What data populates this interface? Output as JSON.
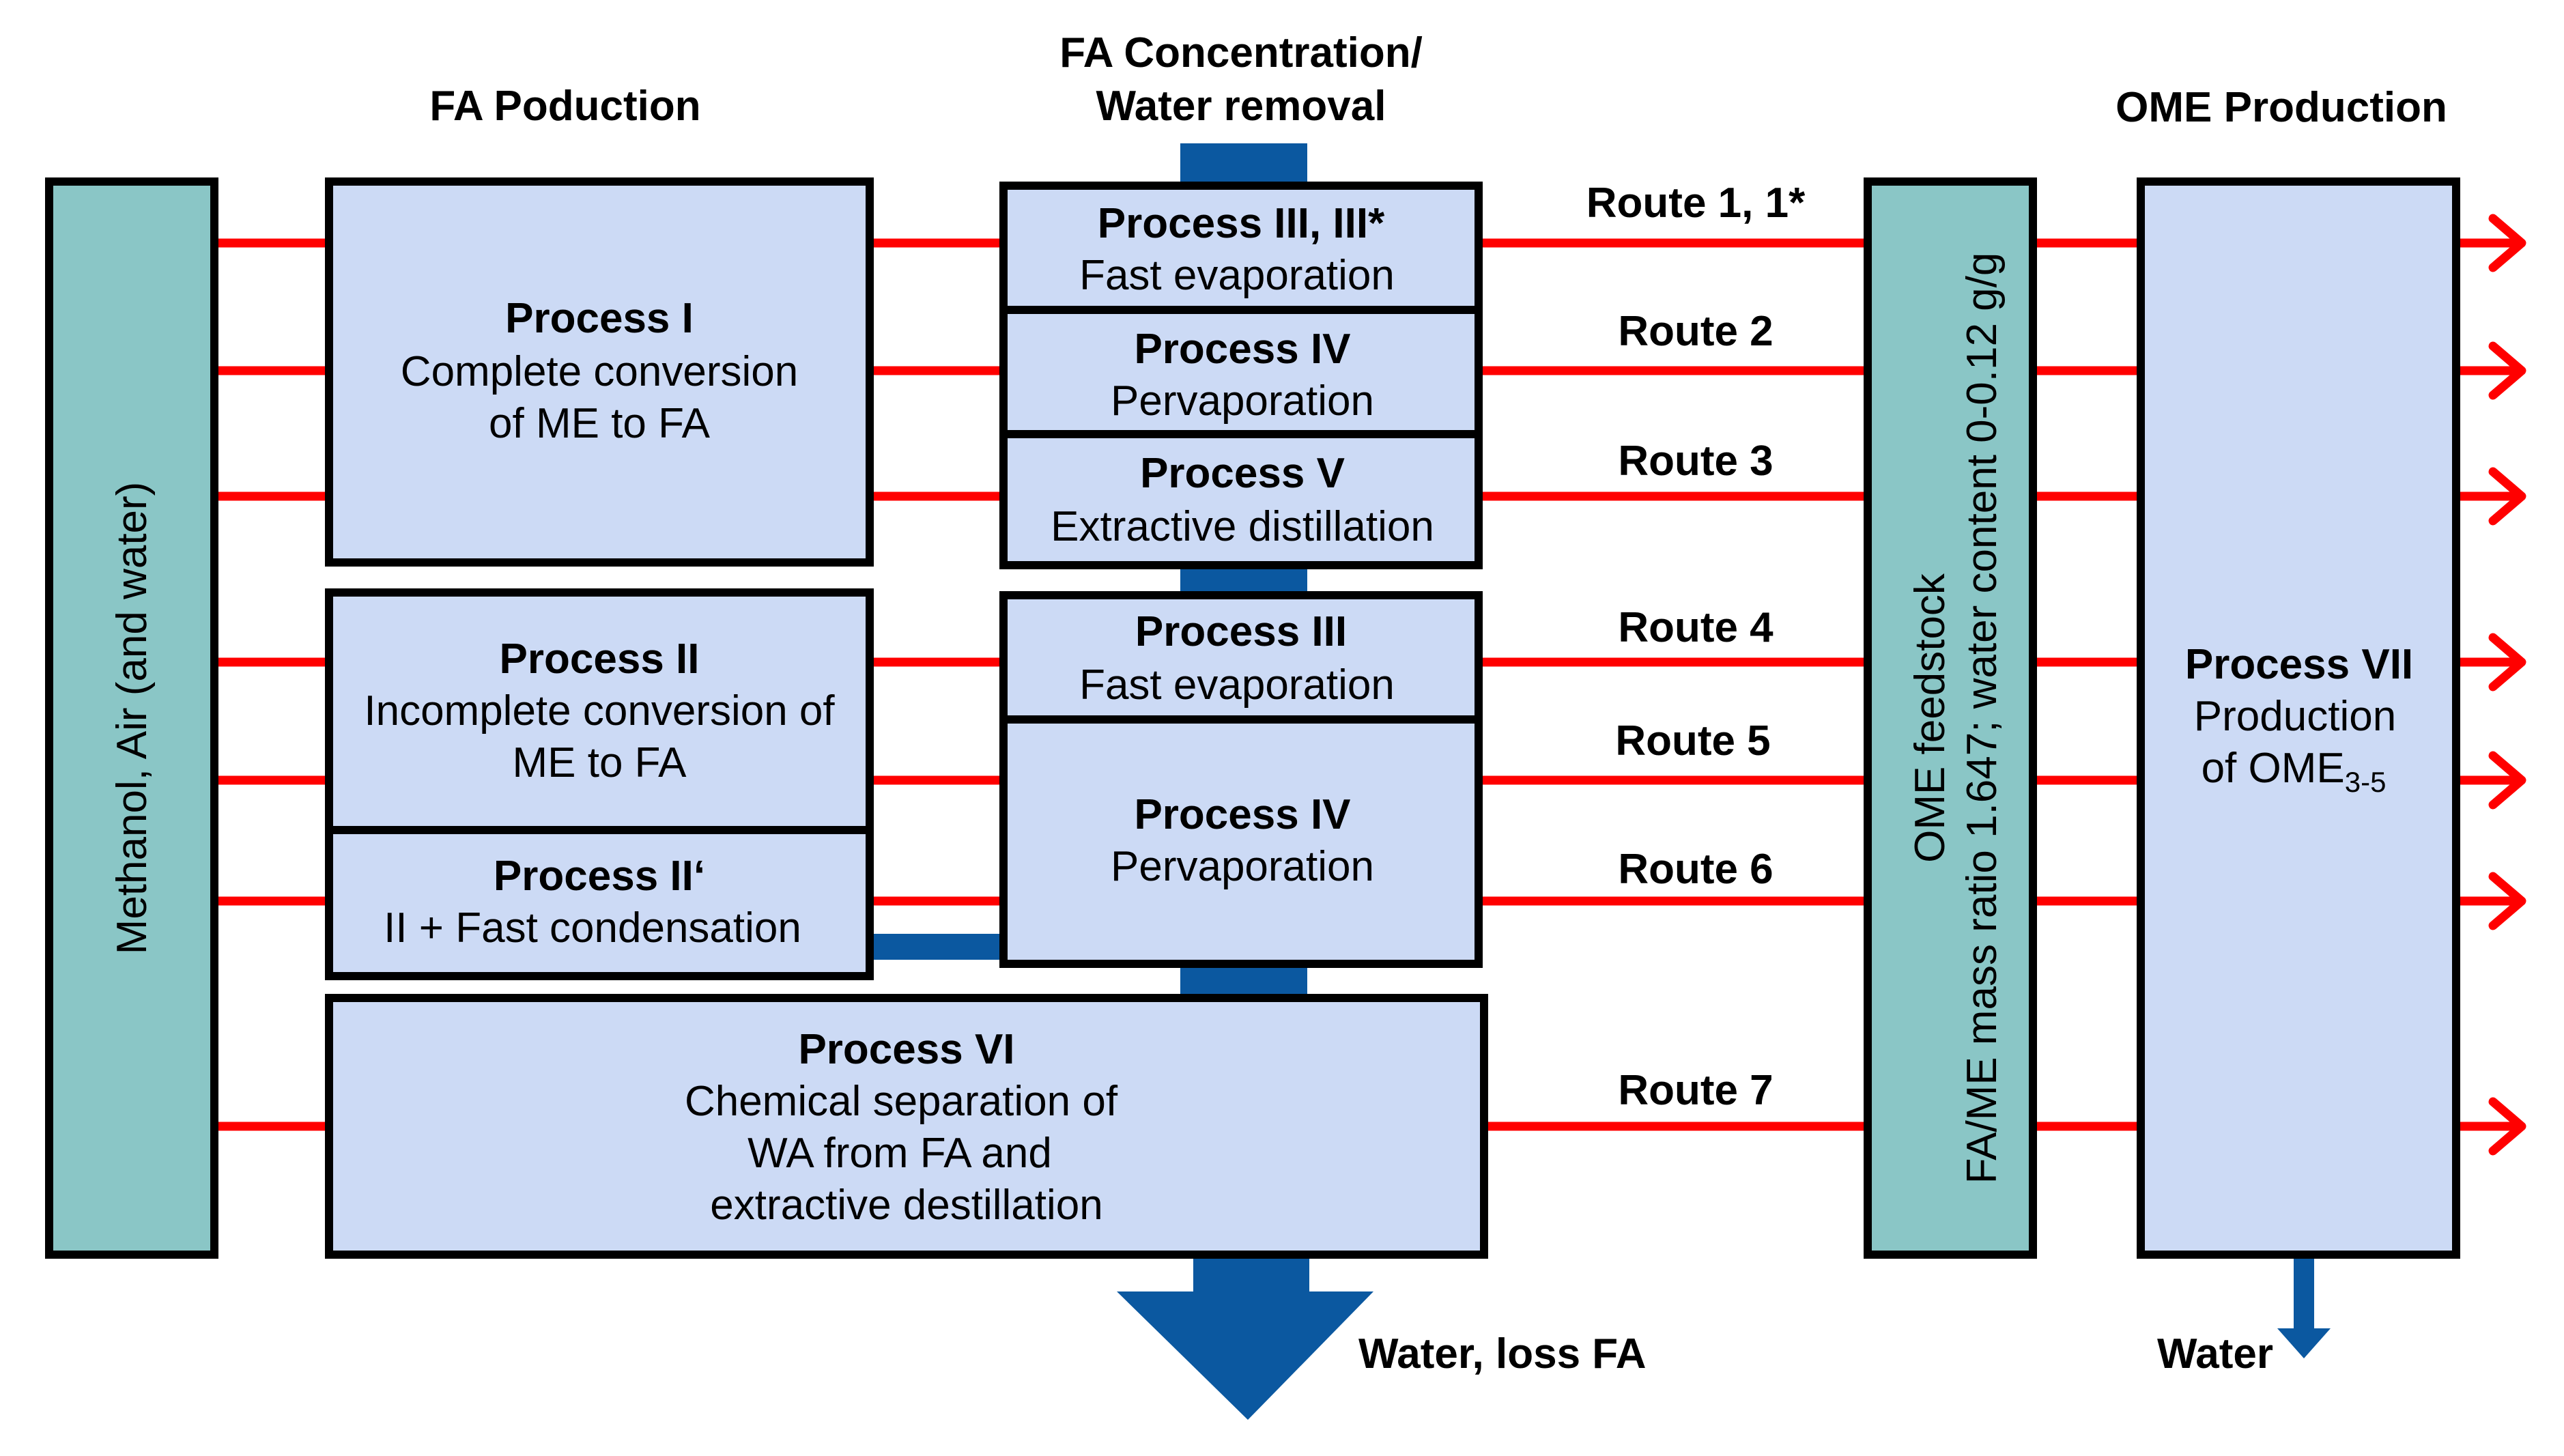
{
  "colors": {
    "route_line": "#ff0000",
    "box_fill": "#ccdaf5",
    "side_fill": "#8ac6c6",
    "water_flow": "#0b58a0",
    "border": "#000000"
  },
  "headers": {
    "fa_production": "FA Poduction",
    "fa_concentration_line1": "FA Concentration/",
    "fa_concentration_line2": "Water removal",
    "ome_production": "OME Production"
  },
  "feed": {
    "label": "Methanol, Air (and water)"
  },
  "processes": {
    "p1": {
      "title": "Process I",
      "line1": "Complete conversion",
      "line2": "of ME to FA"
    },
    "p2": {
      "title": "Process II",
      "line1": "Incomplete conversion of",
      "line2": "ME to FA"
    },
    "p2b": {
      "title": "Process II‘",
      "line1": "II + Fast condensation"
    },
    "p3a": {
      "title": "Process III, III*",
      "line1": "Fast evaporation"
    },
    "p4a": {
      "title": "Process IV",
      "line1": "Pervaporation"
    },
    "p5": {
      "title": "Process V",
      "line1": "Extractive distillation"
    },
    "p3b": {
      "title": "Process III",
      "line1": "Fast evaporation"
    },
    "p4b": {
      "title": "Process IV",
      "line1": "Pervaporation"
    },
    "p6": {
      "title": "Process VI",
      "line1": "Chemical separation of",
      "line2": "WA from FA and",
      "line3": "extractive destillation"
    },
    "p7": {
      "title": "Process VII",
      "line1": "Production",
      "line2_prefix": "of OME",
      "line2_sub": "3-5"
    }
  },
  "routes": {
    "r1": "Route 1, 1*",
    "r2": "Route 2",
    "r3": "Route 3",
    "r4": "Route 4",
    "r5": "Route 5",
    "r6": "Route 6",
    "r7": "Route 7"
  },
  "feedstock": {
    "line1": "OME feedstock",
    "line2": "FA/ME mass ratio 1.647; water content 0-0.12 g/g"
  },
  "outputs": {
    "water_loss": "Water, loss FA",
    "water": "Water"
  }
}
